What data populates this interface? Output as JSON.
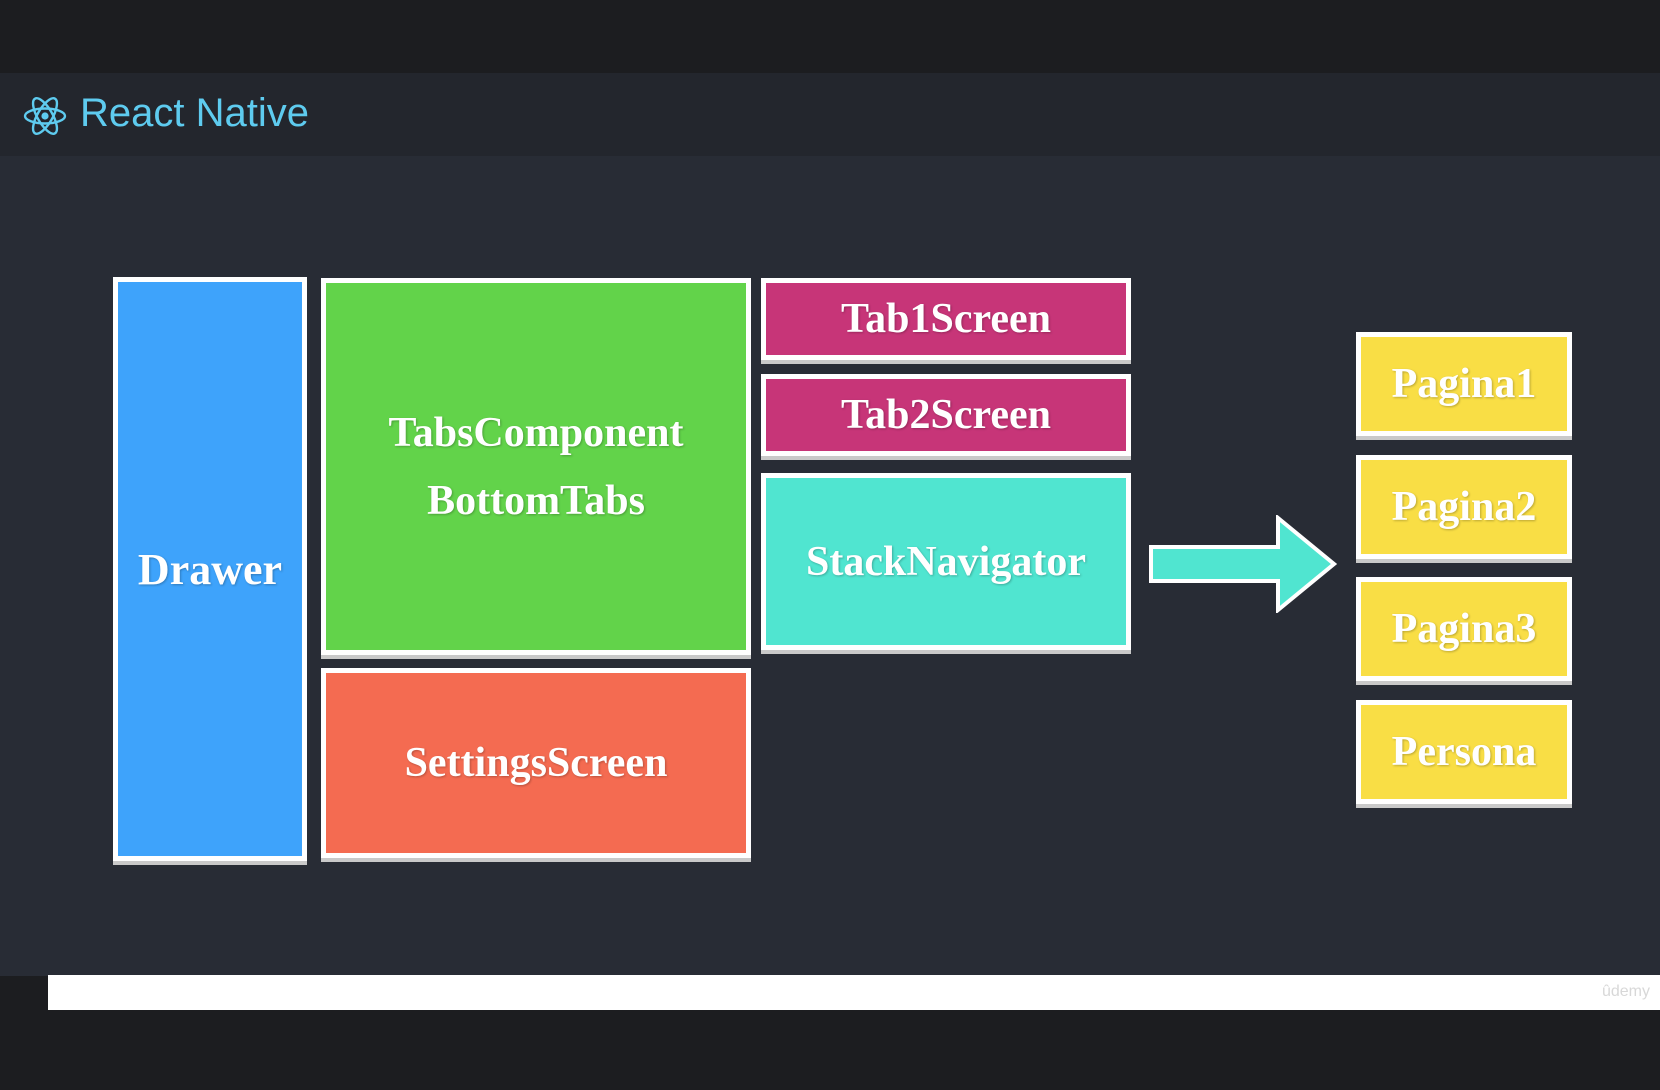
{
  "header": {
    "brand": "React Native",
    "icon": "react-atom-icon",
    "brand_color": "#5ecbef"
  },
  "diagram": {
    "drawer": "Drawer",
    "tabs_line1": "TabsComponent",
    "tabs_line2": "BottomTabs",
    "settings": "SettingsScreen",
    "tab1": "Tab1Screen",
    "tab2": "Tab2Screen",
    "stack": "StackNavigator",
    "pages": [
      "Pagina1",
      "Pagina2",
      "Pagina3",
      "Persona"
    ]
  },
  "colors": {
    "drawer": "#3ea3fb",
    "tabs": "#62d34a",
    "settings": "#f46b51",
    "tab_screens": "#c73578",
    "stack": "#50e5d0",
    "pages": "#f9de45"
  },
  "watermark": "ûdemy"
}
